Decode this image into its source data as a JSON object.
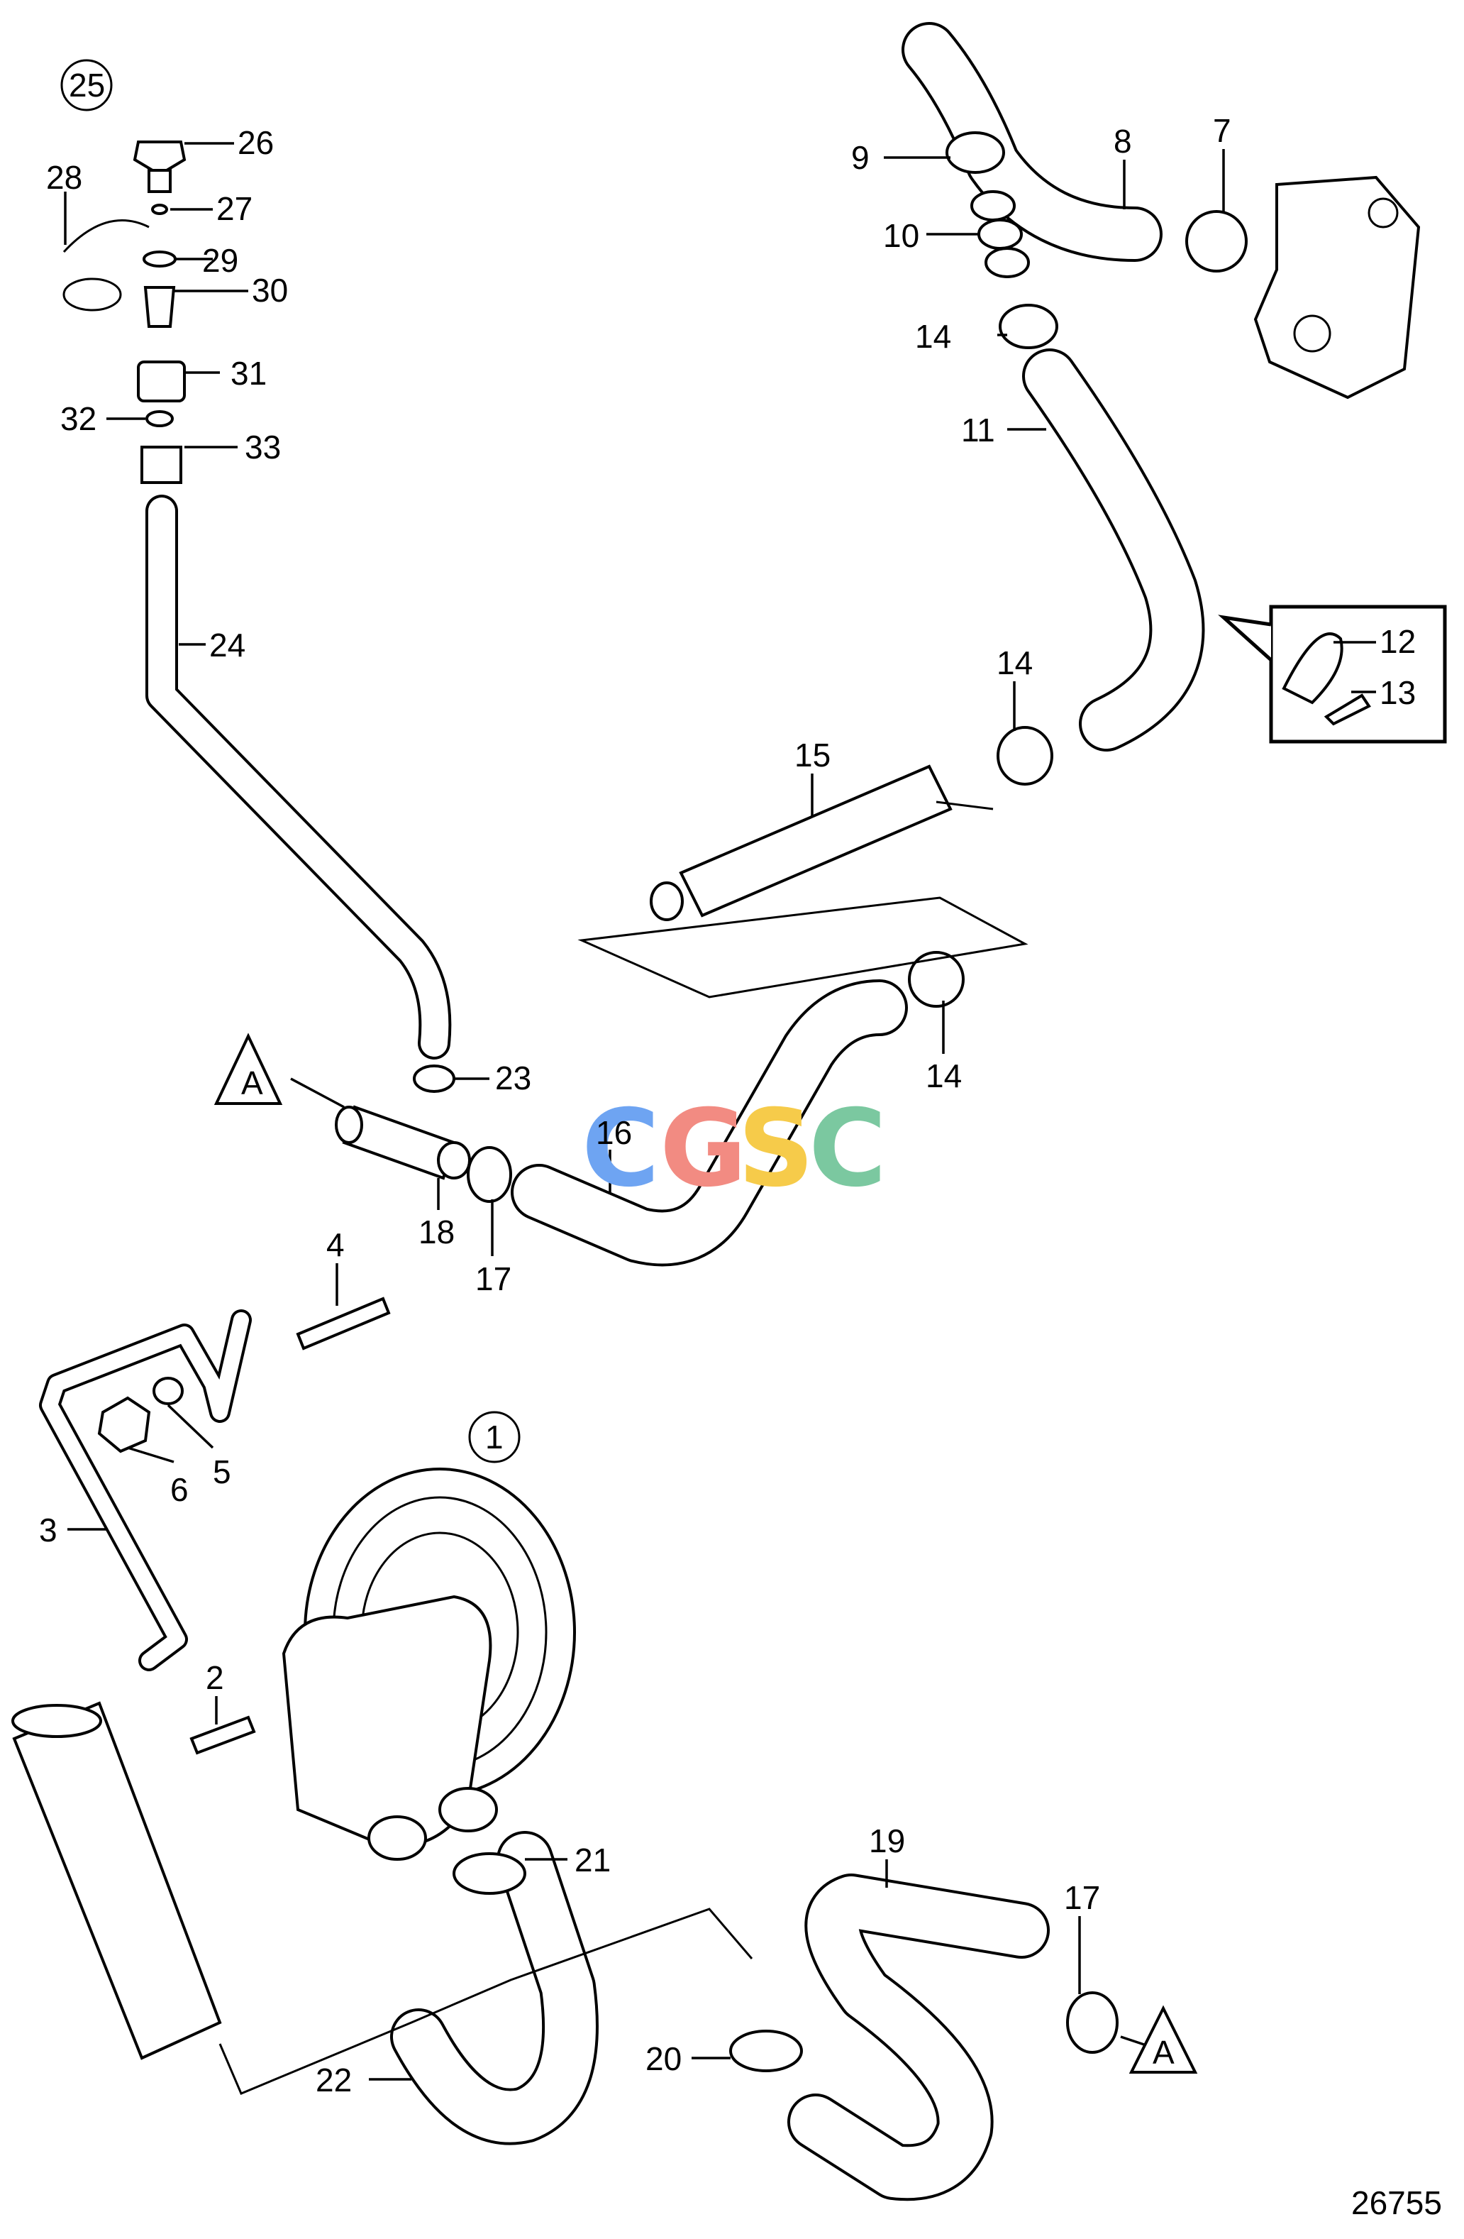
{
  "diagram": {
    "number": "26755",
    "watermark": {
      "letters": [
        "C",
        "G",
        "S",
        "C"
      ],
      "colors": [
        "#6ea4f2",
        "#f28b82",
        "#f6cb4a",
        "#7bc8a0"
      ]
    },
    "assembly_labels": [
      "25",
      "1"
    ],
    "callouts": [
      "26",
      "27",
      "28",
      "29",
      "30",
      "31",
      "32",
      "33",
      "24",
      "23",
      "18",
      "17",
      "16",
      "14",
      "15",
      "9",
      "10",
      "11",
      "8",
      "7",
      "12",
      "13",
      "4",
      "5",
      "6",
      "3",
      "2",
      "21",
      "22",
      "20",
      "19"
    ],
    "ref_markers": [
      "A",
      "A"
    ]
  }
}
